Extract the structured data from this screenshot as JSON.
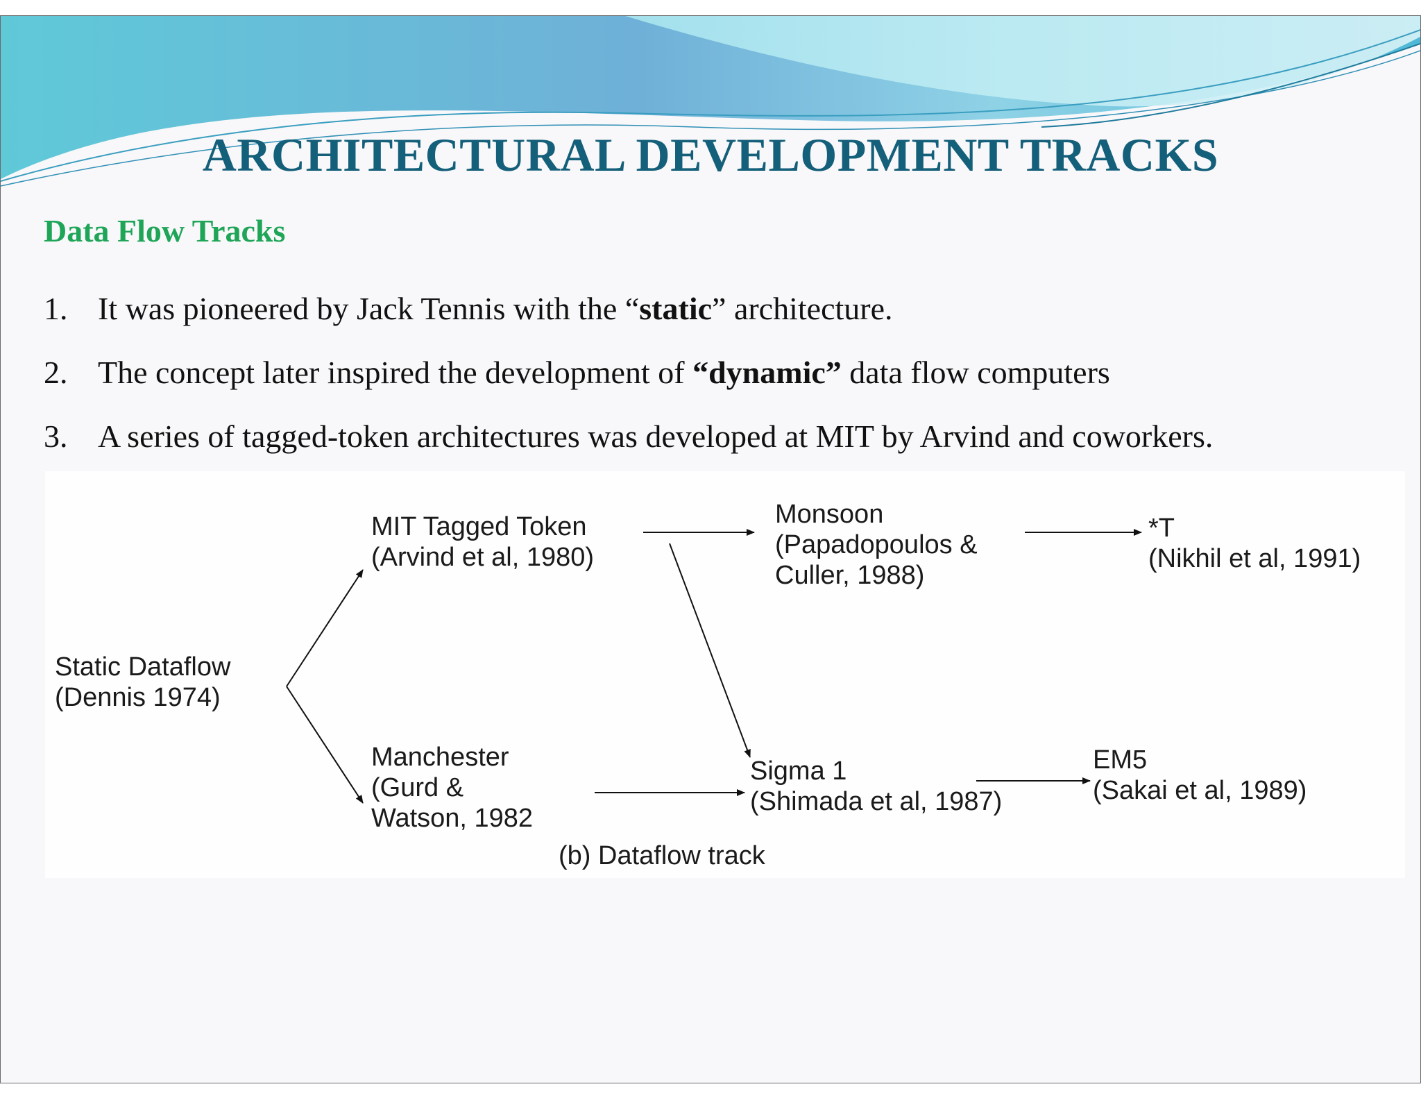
{
  "slide": {
    "title": "ARCHITECTURAL DEVELOPMENT TRACKS",
    "subtitle": "Data Flow Tracks",
    "items": [
      {
        "num": "1.",
        "pre": "It was pioneered by Jack Tennis with the “",
        "bold": "static",
        "post": "” architecture."
      },
      {
        "num": "2.",
        "pre": "The concept later inspired the development of ",
        "bold": "“dynamic”",
        "post": " data flow computers"
      },
      {
        "num": "3.",
        "pre": "A series of tagged-token architectures was developed at MIT by Arvind and coworkers.",
        "bold": "",
        "post": ""
      }
    ]
  },
  "diagram": {
    "caption": "(b) Dataflow track",
    "nodes": {
      "static": [
        "Static Dataflow",
        "(Dennis 1974)"
      ],
      "mit": [
        "MIT Tagged Token",
        "(Arvind et al, 1980)"
      ],
      "manchester": [
        "Manchester",
        "(Gurd &",
        "Watson, 1982"
      ],
      "monsoon": [
        "Monsoon",
        "(Papadopoulos &",
        "Culler, 1988)"
      ],
      "sigma": [
        "Sigma 1",
        "(Shimada et al, 1987)"
      ],
      "star_t": [
        "*T",
        "(Nikhil et al, 1991)"
      ],
      "em5": [
        "EM5",
        "(Sakai et al, 1989)"
      ]
    },
    "edges": [
      [
        "static",
        "mit"
      ],
      [
        "static",
        "manchester"
      ],
      [
        "mit",
        "monsoon"
      ],
      [
        "mit",
        "sigma"
      ],
      [
        "monsoon",
        "star_t"
      ],
      [
        "manchester",
        "sigma"
      ],
      [
        "sigma",
        "em5"
      ]
    ]
  }
}
